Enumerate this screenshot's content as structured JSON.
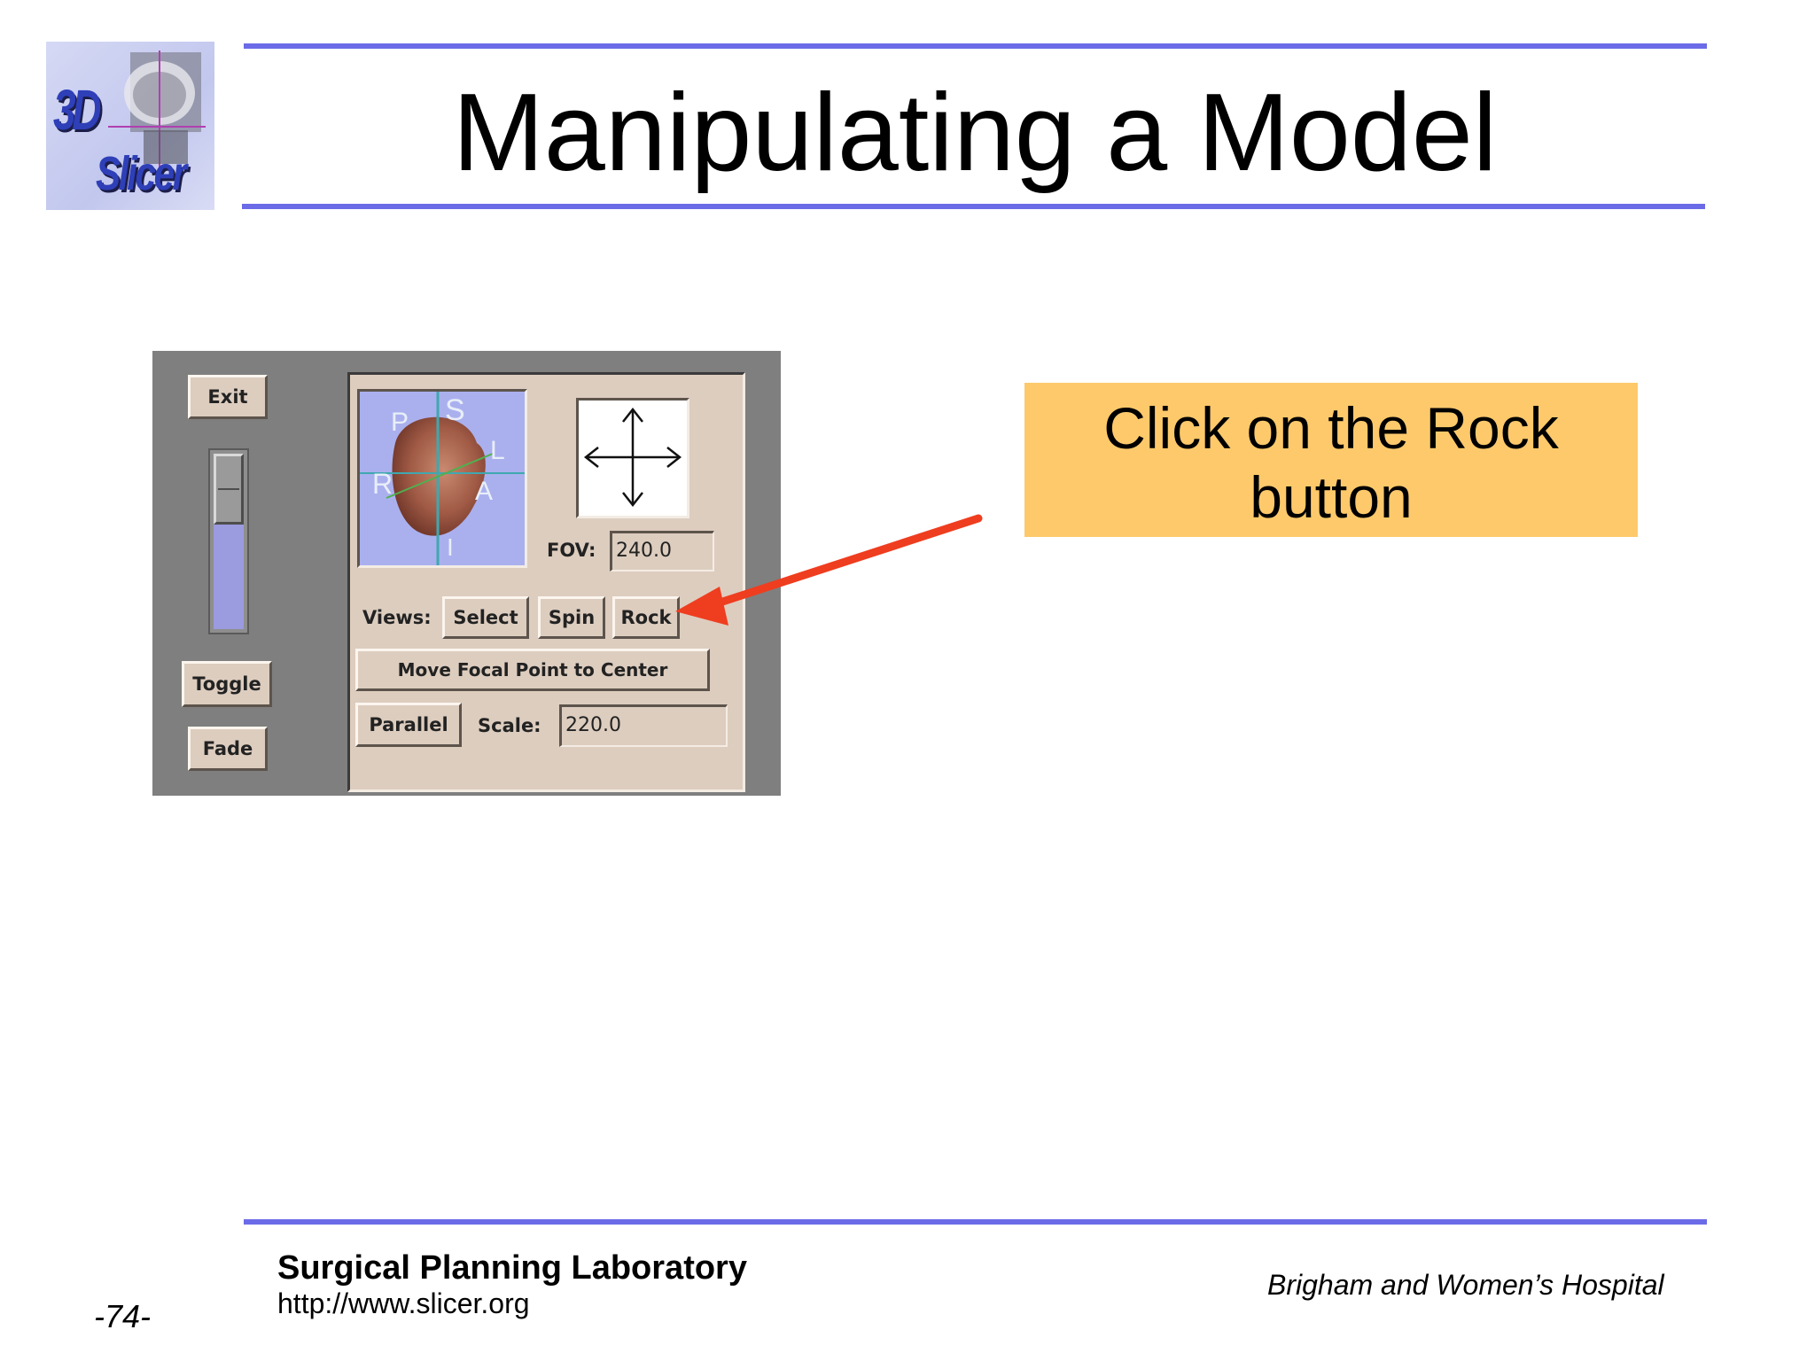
{
  "slide": {
    "title": "Manipulating a Model",
    "callout": [
      "Click on the Rock",
      "button"
    ],
    "logo": {
      "line1": "3D",
      "line2": "Slicer"
    }
  },
  "ui": {
    "left_column": {
      "exit_label": "Exit",
      "toggle_label": "Toggle",
      "fade_label": "Fade"
    },
    "viewer": {
      "orientation_labels": {
        "s": "S",
        "p": "P",
        "l": "L",
        "r": "R",
        "a": "A",
        "i": "I"
      }
    },
    "fov": {
      "label": "FOV:",
      "value": "240.0"
    },
    "views": {
      "label": "Views:",
      "buttons": [
        "Select",
        "Spin",
        "Rock"
      ]
    },
    "focal_button_label": "Move Focal Point to Center",
    "parallel_label": "Parallel",
    "scale": {
      "label": "Scale:",
      "value": "220.0"
    }
  },
  "footer": {
    "lab": "Surgical Planning Laboratory",
    "url": "http://www.slicer.org",
    "hospital": "Brigham and Women’s Hospital",
    "page": "-74-"
  },
  "colors": {
    "rule": "#6b6be8",
    "callout": "#fdc96b",
    "arrow": "#ef3d1f",
    "panel_bg": "#7f7f7f",
    "widget_bg": "#ddcdbf",
    "viewer_bg": "#aab0ee"
  }
}
